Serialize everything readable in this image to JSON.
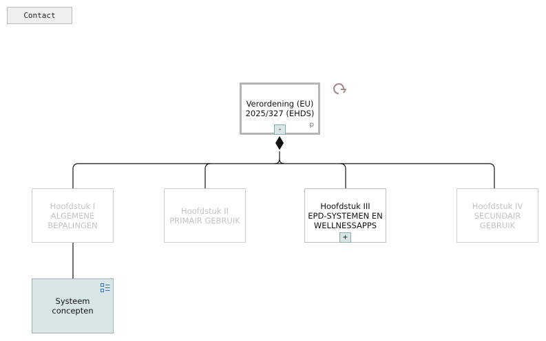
{
  "toolbar": {
    "contact_label": "Contact"
  },
  "diagram": {
    "root": {
      "label": "Verordening (EU)\n2025/327 (EHDS)",
      "collapse_symbol": "-",
      "marker": "p"
    },
    "chapters": [
      {
        "label": "Hoofdstuk I\nALGEMENE\nBEPALINGEN"
      },
      {
        "label": "Hoofdstuk II\nPRIMAIR GEBRUIK"
      },
      {
        "label": "Hoofdstuk III\nEPD-SYSTEMEN EN\nWELLNESSAPPS",
        "expand_symbol": "+"
      },
      {
        "label": "Hoofdstuk IV\nSECUNDAIR GEBRUIK"
      }
    ],
    "concept": {
      "label": "Systeem\nconcepten"
    }
  },
  "colors": {
    "inactive_text": "#c3c3c3",
    "concept_fill": "#d9e6e6",
    "root_border": "#b5b5b5",
    "icon_accent": "#3a6fb0",
    "loop_icon": "#a88a8a"
  }
}
